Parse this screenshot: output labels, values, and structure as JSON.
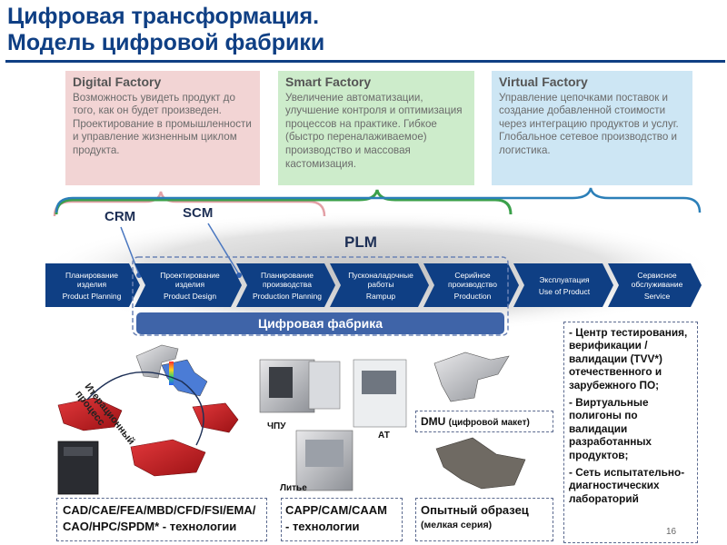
{
  "title": {
    "line1": "Цифровая трансформация.",
    "line2": "Модель цифровой фабрики"
  },
  "boxes": [
    {
      "heading": "Digital Factory",
      "text": "Возможность увидеть продукт до того, как он будет произведен. Проектирование в промышленности и управление жизненным циклом продукта."
    },
    {
      "heading": "Smart Factory",
      "text": "Увеличение автоматизации, улучшение контроля и оптимизация процессов на практике. Гибкое (быстро переналаживаемое) производство и массовая кастомизация."
    },
    {
      "heading": "Virtual Factory",
      "text": "Управление цепочками поставок и создание добавленной стоимости через интеграцию продуктов и услуг. Глобальное сетевое производство и логистика."
    }
  ],
  "labels": {
    "crm": "CRM",
    "scm": "SCM",
    "plm": "PLM"
  },
  "stages": [
    {
      "ru": "Планирование изделия",
      "en": "Product Planning"
    },
    {
      "ru": "Проектирование изделия",
      "en": "Product Design"
    },
    {
      "ru": "Планирование производства",
      "en": "Production Planning"
    },
    {
      "ru": "Пусконаладочные работы",
      "en": "Rampup"
    },
    {
      "ru": "Серийное производство",
      "en": "Production"
    },
    {
      "ru": "Эксплуатация",
      "en": "Use of Product"
    },
    {
      "ru": "Сервисное обслуживание",
      "en": "Service"
    }
  ],
  "digital_factory_bar": "Цифровая фабрика",
  "iteration_label": "Итерационный процесс",
  "pictures": {
    "cnc": "ЧПУ",
    "at": "АТ",
    "casting": "Литье"
  },
  "dmu": {
    "main": "DMU",
    "note": "(цифровой макет)"
  },
  "tech": {
    "cad_line1": "CAD/CAE/FEA/MBD/CFD/FSI/EMA/",
    "cad_line2": "CAO/HPC/SPDM* - технологии",
    "capp_line1": "CAPP/CAM/CAAM",
    "capp_line2": "- технологии",
    "prototype_line1": "Опытный образец",
    "prototype_line2": "(мелкая серия)"
  },
  "side_items": [
    "- Центр тестирования, верификации / валидации (TVV*) отечественного и зарубежного ПО;",
    "- Виртуальные полигоны по валидации разработанных продуктов;",
    "- Сеть испытательно-диагностических лабораторий"
  ],
  "page_number": "16",
  "colors": {
    "title": "#0f3f84",
    "chevron": "#0f3f84",
    "digital_box": "#f2d4d4",
    "smart_box": "#cdeccb",
    "virtual_box": "#cde6f4",
    "bracket_green": "#3ba04a",
    "bracket_blue": "#2b7fb8",
    "bracket_pink": "#e3a0a6",
    "parts_red": "#c8191d"
  }
}
